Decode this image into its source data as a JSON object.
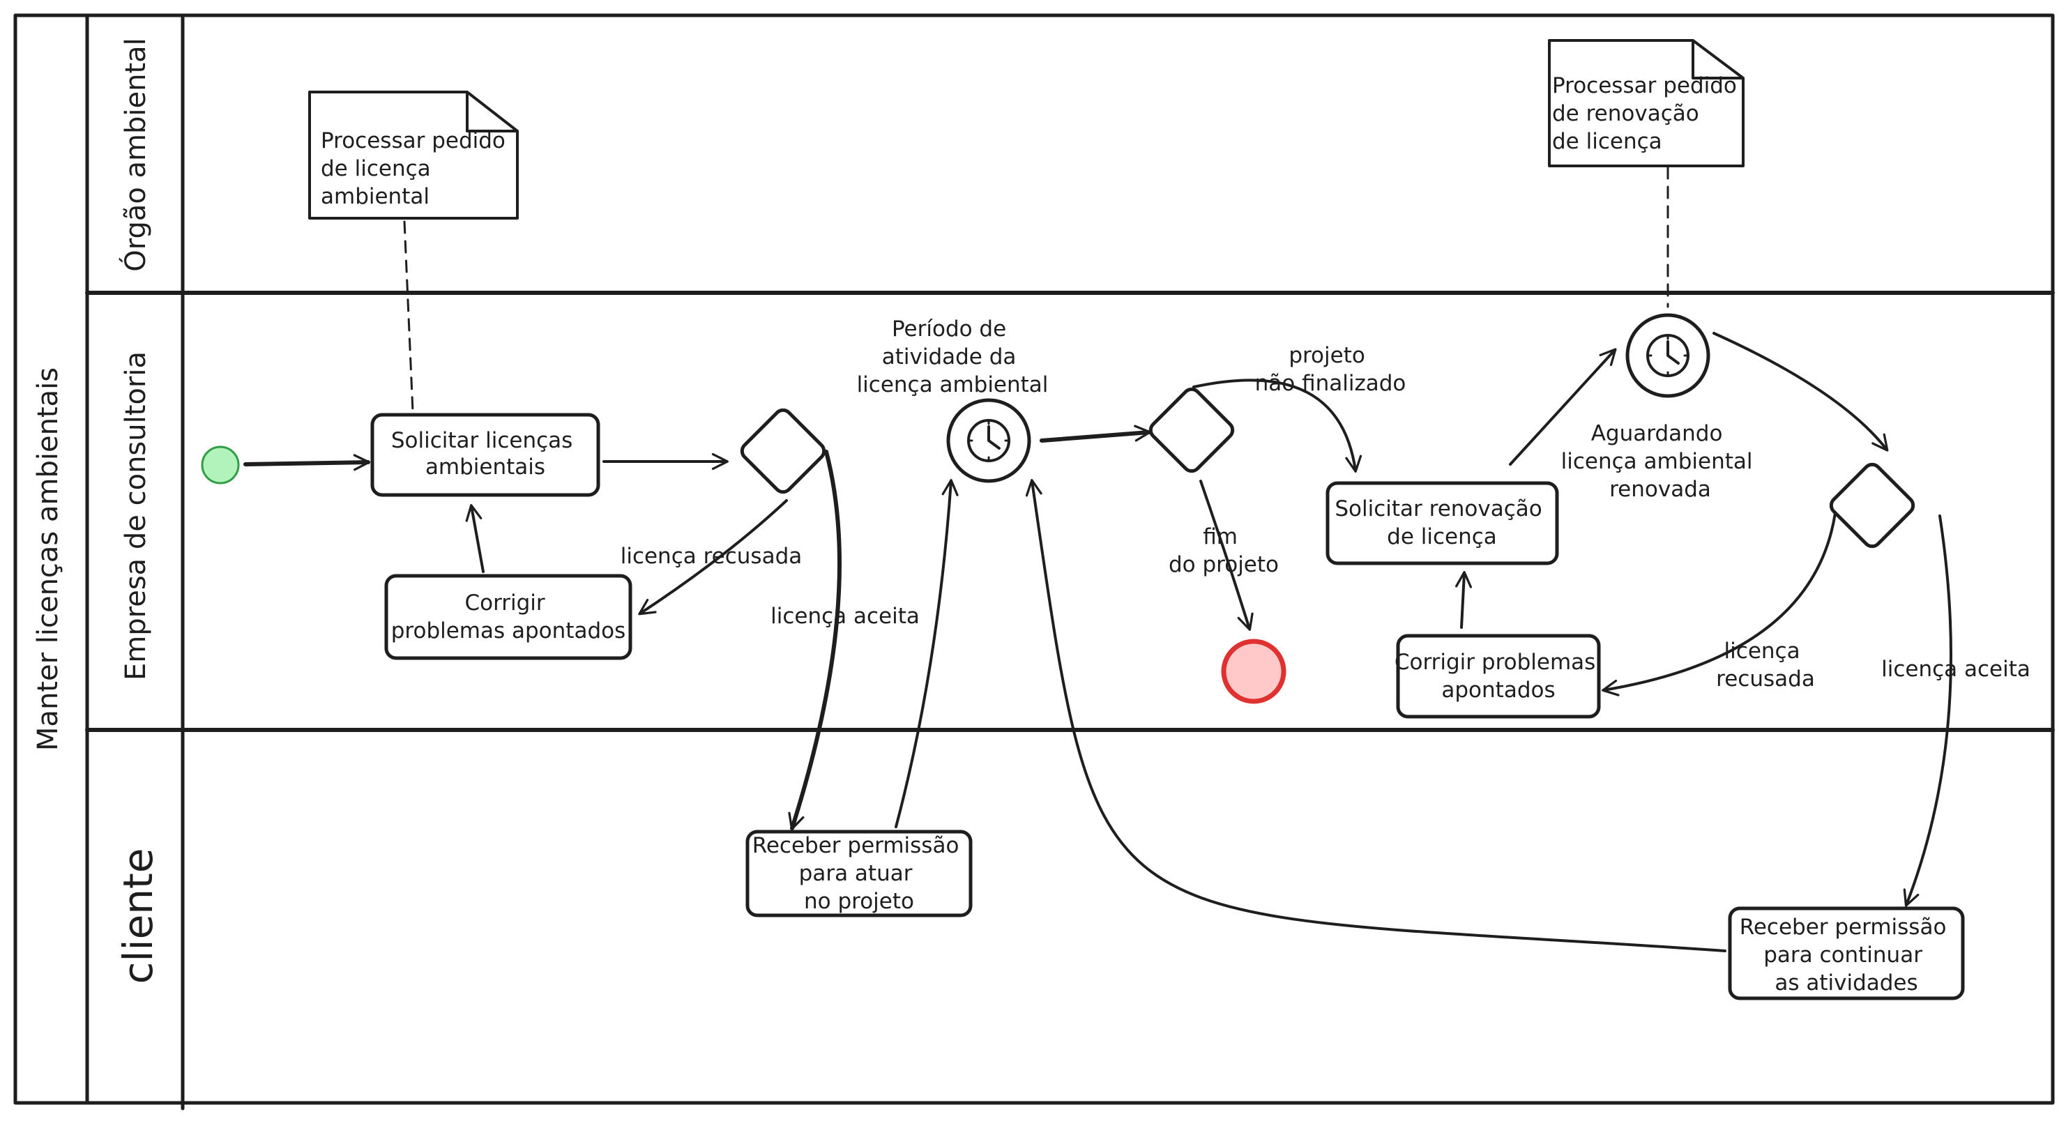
{
  "pool": {
    "label": "Manter licenças ambientais"
  },
  "lanes": [
    {
      "id": "orgao",
      "label": "Órgão ambiental"
    },
    {
      "id": "empresa",
      "label": "Empresa de consultoria"
    },
    {
      "id": "cliente",
      "label": "cliente"
    }
  ],
  "tasks": [
    {
      "id": "solicitar",
      "lines": [
        "Solicitar licenças",
        "ambientais"
      ]
    },
    {
      "id": "corrigir1",
      "lines": [
        "Corrigir",
        "problemas apontados"
      ]
    },
    {
      "id": "receber1",
      "lines": [
        "Receber permissão",
        "para atuar",
        "no projeto"
      ]
    },
    {
      "id": "renovacao",
      "lines": [
        "Solicitar renovação",
        "de licença"
      ]
    },
    {
      "id": "corrigir2",
      "lines": [
        "Corrigir problemas",
        "apontados"
      ]
    },
    {
      "id": "receber2",
      "lines": [
        "Receber permissão",
        "para continuar",
        "as atividades"
      ]
    }
  ],
  "notes": [
    {
      "id": "note1",
      "lines": [
        "Processar pedido",
        "de licença",
        "ambiental"
      ]
    },
    {
      "id": "note2",
      "lines": [
        "Processar pedido",
        "de renovação",
        "de licença"
      ]
    }
  ],
  "timers": [
    {
      "id": "timer1",
      "lines": [
        "Período de",
        "atividade da",
        "licença ambiental"
      ]
    },
    {
      "id": "timer2",
      "lines": [
        "Aguardando",
        "licença ambiental",
        "renovada"
      ]
    }
  ],
  "edge_labels": [
    {
      "id": "recusada1",
      "lines": [
        "licença recusada"
      ]
    },
    {
      "id": "aceita1",
      "lines": [
        "licença aceita"
      ]
    },
    {
      "id": "naofinal",
      "lines": [
        "projeto",
        "não finalizado"
      ]
    },
    {
      "id": "fimproj",
      "lines": [
        "fim",
        "do projeto"
      ]
    },
    {
      "id": "recusada2",
      "lines": [
        "licença",
        "recusada"
      ]
    },
    {
      "id": "aceita2",
      "lines": [
        "licença aceita"
      ]
    }
  ],
  "colors": {
    "start_fill": "#b2f2bb",
    "start_stroke": "#2f9e44",
    "end_fill": "#ffc9c9",
    "end_stroke": "#e03131",
    "ink": "#1e1e1e"
  }
}
